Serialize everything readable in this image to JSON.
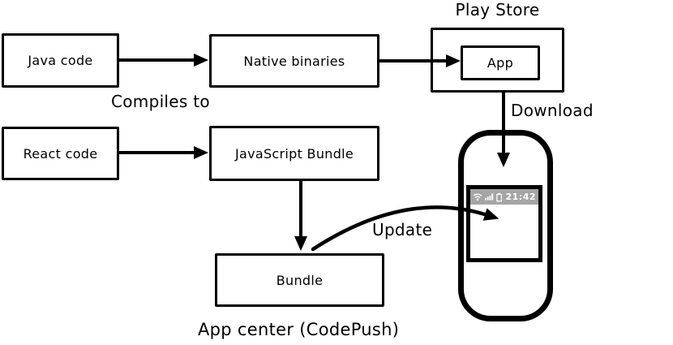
{
  "nodes": {
    "java_code": {
      "label": "Java code"
    },
    "native_binaries": {
      "label": "Native binaries"
    },
    "app": {
      "label": "App"
    },
    "react_code": {
      "label": "React code"
    },
    "javascript_bundle": {
      "label": "JavaScript Bundle"
    },
    "bundle": {
      "label": "Bundle"
    }
  },
  "labels": {
    "play_store": "Play Store",
    "compiles_to": "Compiles to",
    "download": "Download",
    "update": "Update",
    "app_center": "App center (CodePush)"
  },
  "phone": {
    "status_bar": {
      "time": "21:42",
      "icons": [
        "wifi-icon",
        "signal-strength-icon",
        "battery-icon"
      ]
    }
  },
  "arrows": [
    {
      "name": "java-to-native",
      "from": "java_code",
      "to": "native_binaries"
    },
    {
      "name": "native-to-app",
      "from": "native_binaries",
      "to": "app"
    },
    {
      "name": "react-to-jsbundle",
      "from": "react_code",
      "to": "javascript_bundle"
    },
    {
      "name": "jsbundle-to-bundle",
      "from": "javascript_bundle",
      "to": "bundle"
    },
    {
      "name": "app-to-phone-download",
      "from": "app",
      "to": "phone",
      "label": "Download"
    },
    {
      "name": "bundle-to-phone-update",
      "from": "bundle",
      "to": "phone",
      "label": "Update"
    }
  ],
  "colors": {
    "stroke": "#000000",
    "background": "#ffffff",
    "statusbar_background": "#a5a5a5",
    "statusbar_foreground": "#ffffff"
  }
}
